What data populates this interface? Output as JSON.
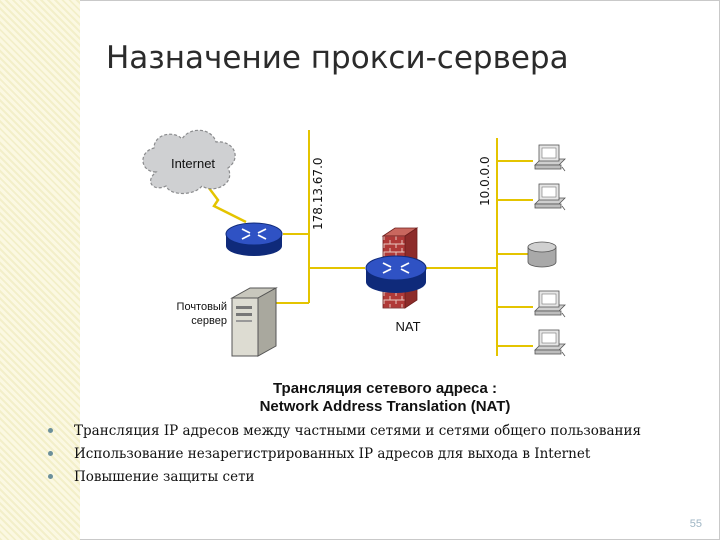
{
  "slide": {
    "title": "Назначение прокси-сервера",
    "page_number": "55"
  },
  "diagram": {
    "internet_label": "Internet",
    "external_ip_label": "178.13.67.0",
    "internal_network_label": "10.0.0.0",
    "mail_server_label_line1": "Почтовый",
    "mail_server_label_line2": "сервер",
    "nat_label": "NAT"
  },
  "caption": {
    "line1": "Трансляция сетевого адреса :",
    "line2": "Network Address Translation (NAT)"
  },
  "bullets": [
    "Трансляция IP адресов между частными сетями и сетями общего пользования",
    "Использование незарегистрированных IP адресов для выхода в Internet",
    "Повышение защиты сети"
  ],
  "colors": {
    "router_blue": "#2f52c4",
    "router_dark": "#0f2a7a",
    "line_yellow": "#e4c400",
    "firewall_red": "#b03a38"
  }
}
